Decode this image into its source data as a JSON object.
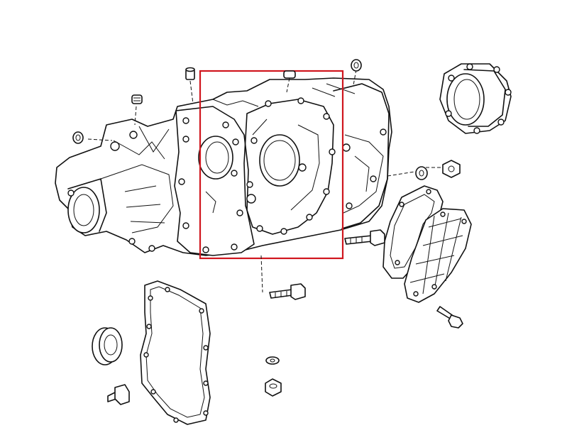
{
  "diagram": {
    "highlight_color": "#d0161e",
    "line_color": "#111111",
    "background": "#ffffff",
    "parts": [
      "transmission-case",
      "highlighted-housing-section",
      "case-gasket",
      "oil-seal",
      "drain-plug",
      "rear-cover",
      "rear-cover-gasket",
      "extension-housing",
      "bolt",
      "nut",
      "washer",
      "dowel-pin",
      "o-ring"
    ]
  }
}
